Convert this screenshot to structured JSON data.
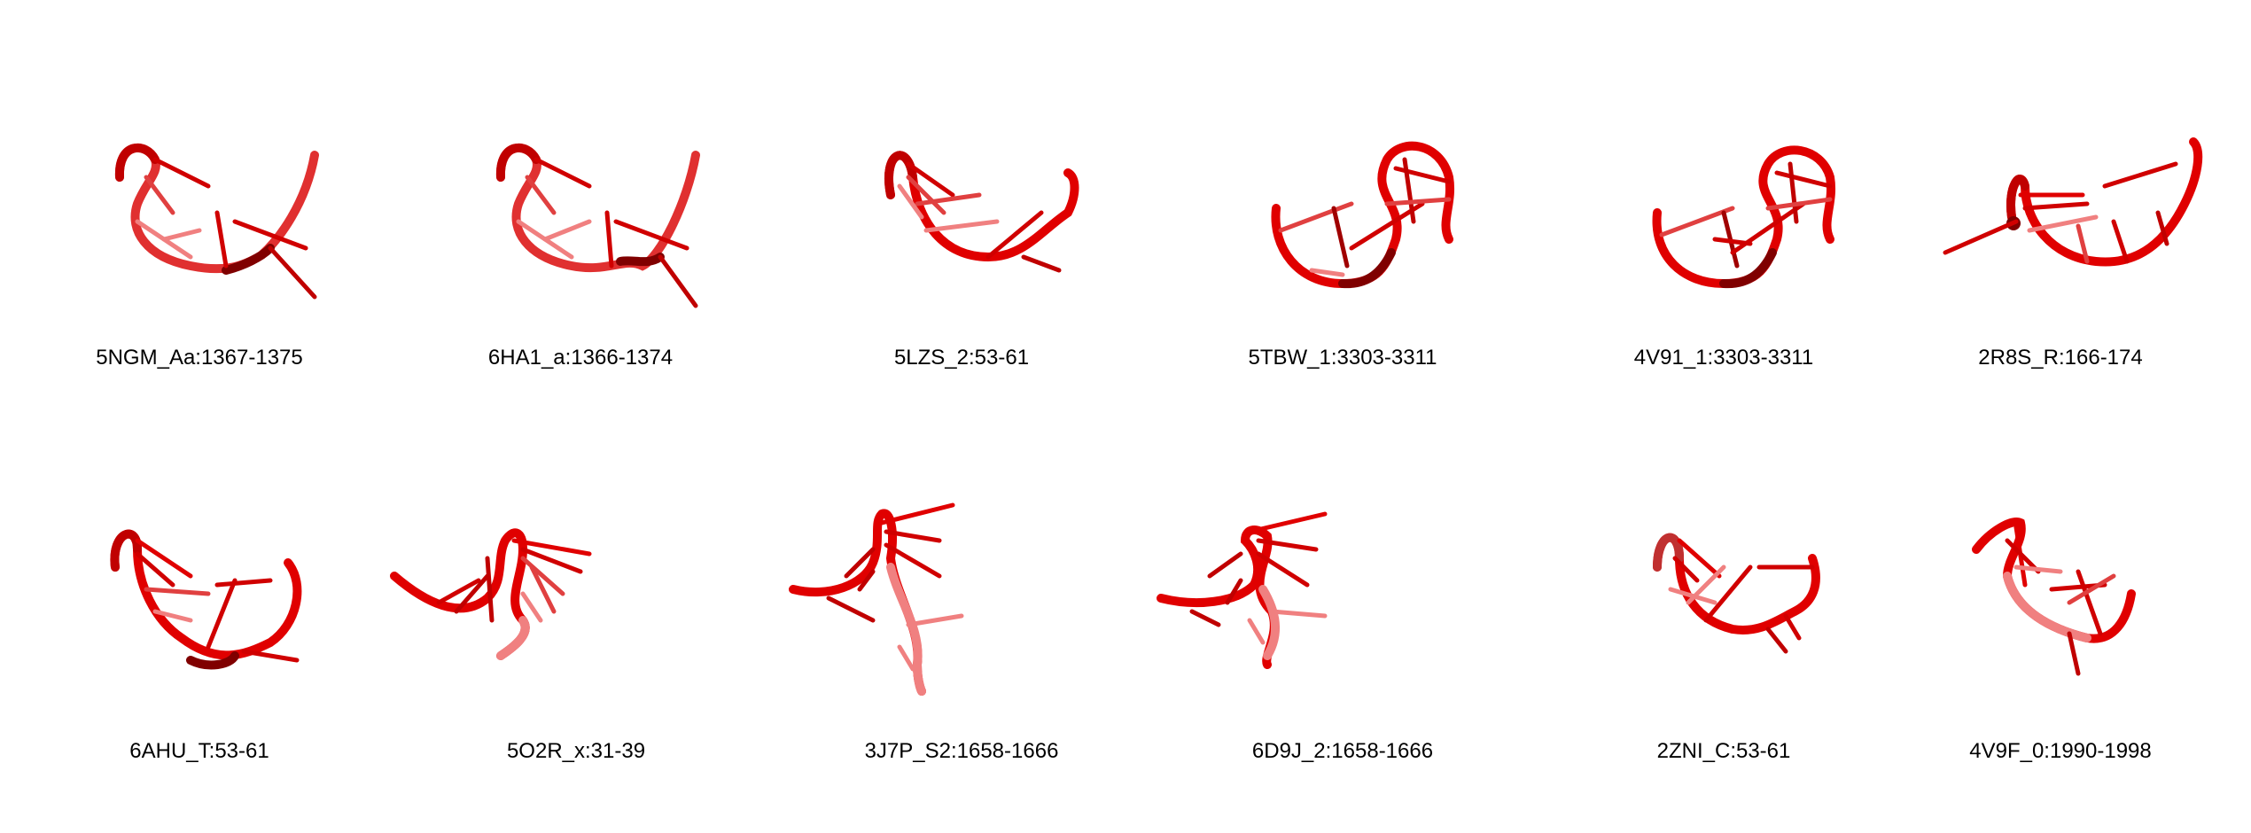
{
  "panels": [
    {
      "label": "5NGM_Aa:1367-1375",
      "icon": "rna-hairpin-structure"
    },
    {
      "label": "6HA1_a:1366-1374",
      "icon": "rna-hairpin-structure"
    },
    {
      "label": "5LZS_2:53-61",
      "icon": "rna-hairpin-structure"
    },
    {
      "label": "5TBW_1:3303-3311",
      "icon": "rna-hairpin-structure"
    },
    {
      "label": "4V91_1:3303-3311",
      "icon": "rna-hairpin-structure"
    },
    {
      "label": "2R8S_R:166-174",
      "icon": "rna-hairpin-structure"
    },
    {
      "label": "6AHU_T:53-61",
      "icon": "rna-hairpin-structure"
    },
    {
      "label": "5O2R_x:31-39",
      "icon": "rna-hairpin-structure"
    },
    {
      "label": "3J7P_S2:1658-1666",
      "icon": "rna-hairpin-structure"
    },
    {
      "label": "6D9J_2:1658-1666",
      "icon": "rna-hairpin-structure"
    },
    {
      "label": "2ZNI_C:53-61",
      "icon": "rna-hairpin-structure"
    },
    {
      "label": "4V9F_0:1990-1998",
      "icon": "rna-hairpin-structure"
    }
  ],
  "colors": {
    "backbone": "#e00000",
    "dark": "#8a0000",
    "light": "#f08080"
  }
}
